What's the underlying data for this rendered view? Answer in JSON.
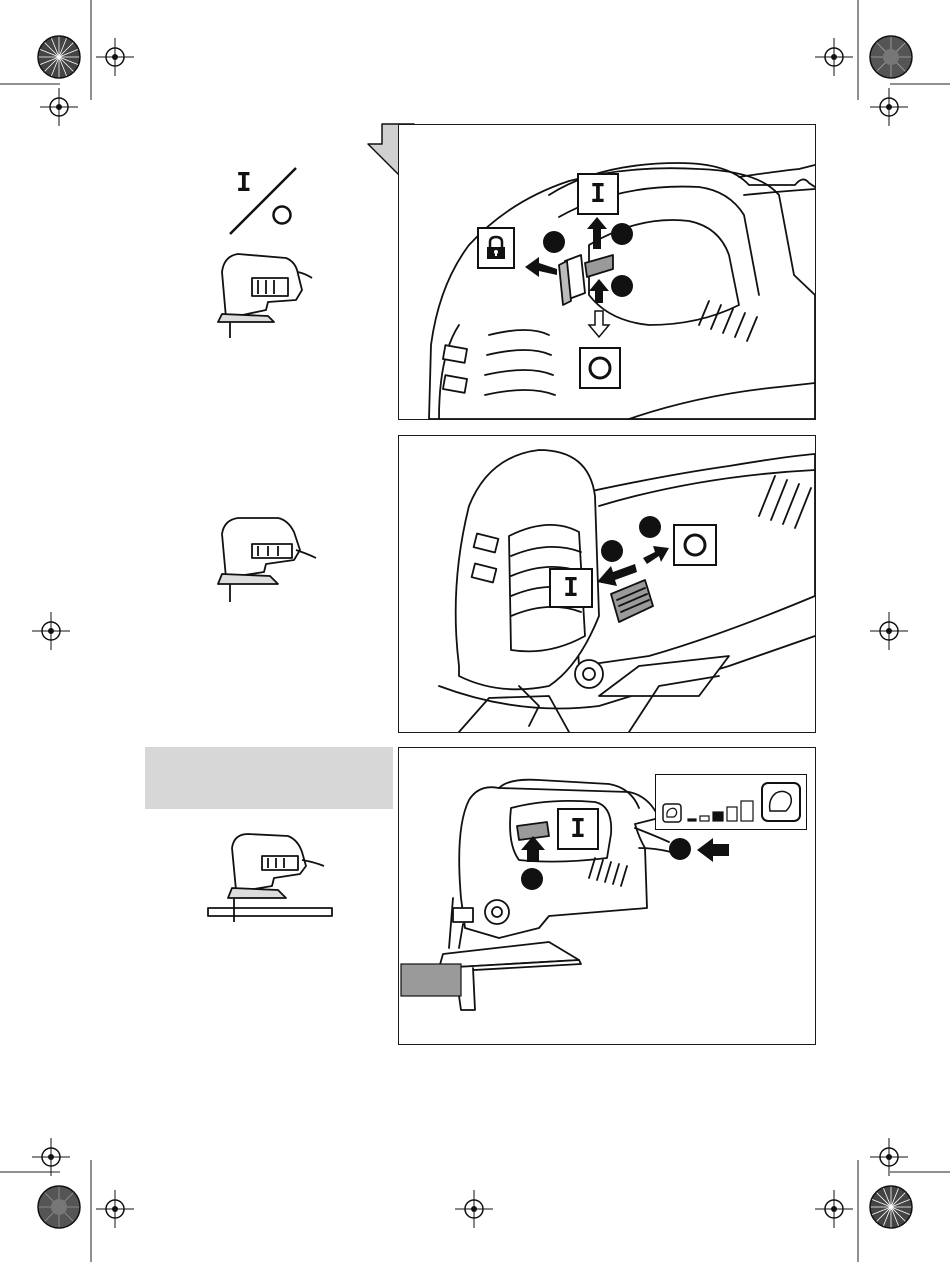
{
  "symbols": {
    "on_glyph": "I",
    "off_glyph": "O"
  },
  "panels": [
    {
      "id": "panel-1-trigger-lock"
    },
    {
      "id": "panel-2-slide-switch"
    },
    {
      "id": "panel-3-speed-control"
    }
  ],
  "icons": {
    "lock": "padlock-icon",
    "down_arrow": "down-arrow-icon",
    "registration": "crosshair-registration-mark",
    "color_target": "radial-color-target"
  },
  "colors": {
    "ink": "#111111",
    "arrow_fill": "#d0d0d0",
    "band_gray": "#d7d7d7",
    "trigger_gray": "#9a9a9a"
  }
}
